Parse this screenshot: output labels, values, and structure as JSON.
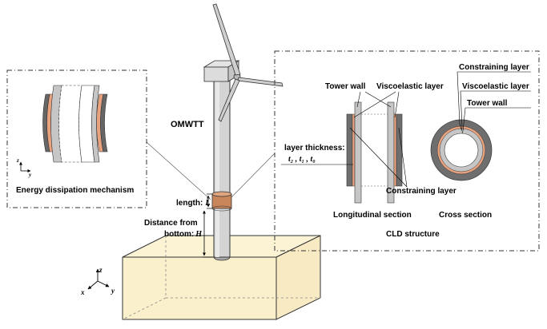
{
  "labels": {
    "turbine": "OMWTT",
    "energy": "Energy dissipation mechanism",
    "length_prefix": "length:",
    "length_var": "L",
    "distance_line1": "Distance from",
    "distance_prefix": "bottom:",
    "distance_var": "H",
    "tower_wall": "Tower wall",
    "viscoelastic": "Viscoelastic layer",
    "layer_thickness": "layer thickness:",
    "thickness_vars": "t₂ , t₁ , t₀",
    "constraining": "Constraining layer",
    "longitudinal": "Longitudinal section",
    "cross": "Cross section",
    "cld": "CLD structure",
    "cross_constraining": "Constraining layer",
    "cross_viscoelastic": "Viscoelastic layer",
    "cross_tower": "Tower wall"
  },
  "axes": {
    "z": "z",
    "x": "x",
    "y": "y"
  },
  "colors": {
    "viscoelastic": "#e9a27e",
    "constraining": "#6e6e6e",
    "tower_wall": "#c6c6c6",
    "foundation": "#fbf3d4",
    "tower": "#d2d2d2"
  }
}
